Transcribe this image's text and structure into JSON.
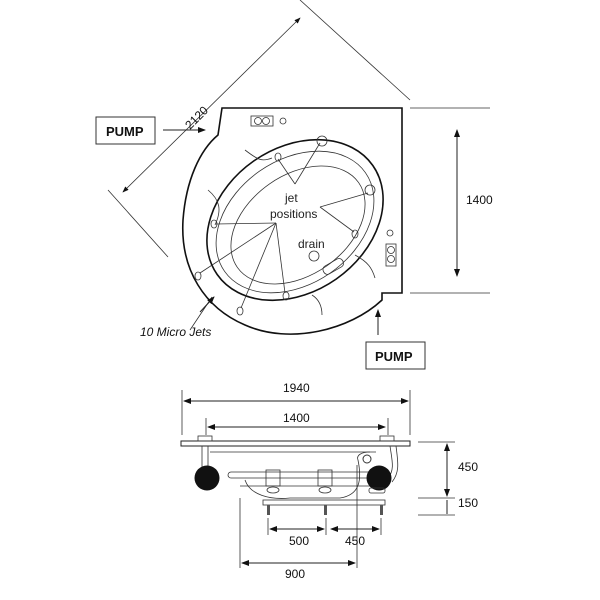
{
  "top_view": {
    "pump_left": "PUMP",
    "pump_bottom": "PUMP",
    "dim_diagonal": "2120",
    "dim_height": "1400",
    "jet_label_1": "jet",
    "jet_label_2": "positions",
    "drain_label": "drain",
    "micro_jets_label": "10 Micro Jets"
  },
  "side_view": {
    "dim_overall_width": "1940",
    "dim_inner_width": "1400",
    "dim_height": "450",
    "dim_leg_height": "150",
    "dim_leg_spacing_1": "500",
    "dim_leg_spacing_2": "450",
    "dim_drain_offset": "900"
  }
}
